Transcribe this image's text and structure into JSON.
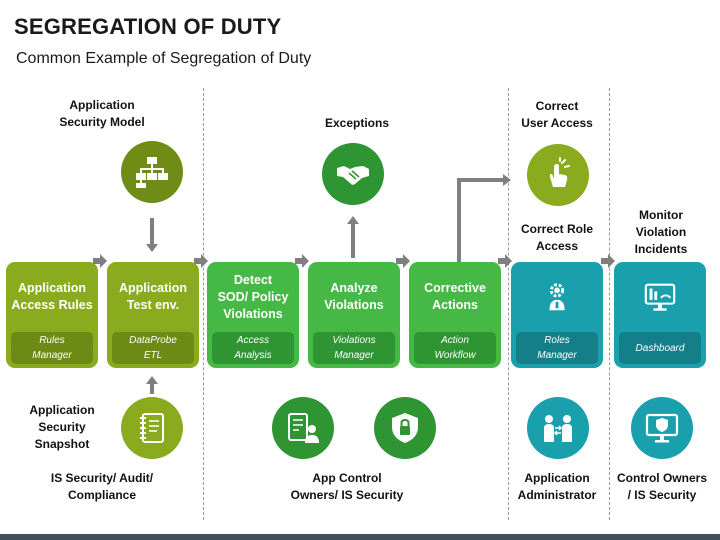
{
  "header": {
    "title": "SEGREGATION OF DUTY",
    "subtitle": "Common Example of Segregation of Duty"
  },
  "top_labels": {
    "security_model": "Application\nSecurity Model",
    "exceptions": "Exceptions",
    "correct_access": "Correct\nUser Access",
    "correct_role": "Correct Role\nAccess",
    "monitor": "Monitor\nViolation\nIncidents"
  },
  "boxes": [
    {
      "name": "Application\nAccess Rules",
      "sub": "Rules\nManager"
    },
    {
      "name": "Application\nTest env.",
      "sub": "DataProbe\nETL"
    },
    {
      "name": "Detect\nSOD/ Policy\nViolations",
      "sub": "Access\nAnalysis"
    },
    {
      "name": "Analyze\nViolations",
      "sub": "Violations\nManager"
    },
    {
      "name": "Corrective\nActions",
      "sub": "Action\nWorkflow"
    },
    {
      "name": "",
      "sub": "Roles\nManager"
    },
    {
      "name": "",
      "sub": "Dashboard"
    }
  ],
  "bottom_labels": {
    "snapshot": "Application\nSecurity\nSnapshot",
    "is_security": "IS Security/ Audit/\nCompliance",
    "app_control": "App Control\nOwners/ IS Security",
    "admin": "Application\nAdministrator",
    "control_owners": "Control Owners\n/ IS Security"
  },
  "colors": {
    "olive": "#8bab1e",
    "olive_dark": "#6c8a14",
    "green": "#46b846",
    "green_dark": "#2f9532",
    "teal": "#1aa0ad",
    "teal_dark": "#157f89",
    "arrow": "#7f7f7f"
  },
  "icons": [
    "hierarchy-icon",
    "handshake-icon",
    "click-hand-icon",
    "gear-person-icon",
    "monitor-dashboard-icon",
    "notebook-icon",
    "document-person-icon",
    "shield-lock-icon",
    "two-people-icon",
    "shield-monitor-icon"
  ]
}
